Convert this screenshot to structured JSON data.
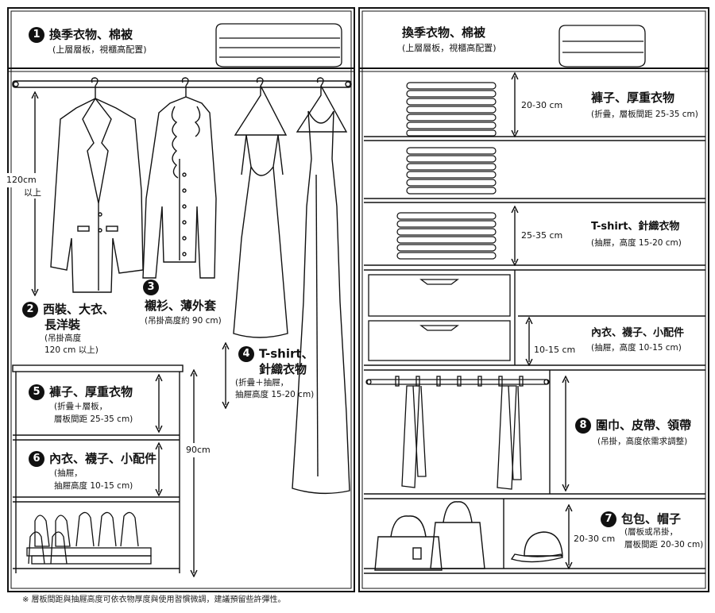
{
  "left": {
    "top_shelf": {
      "badge": "1",
      "title": "換季衣物、棉被",
      "note": "(上層層板，視櫃高配置)"
    },
    "hanging": {
      "height_label": "120cm",
      "height_label_2": "以上",
      "suits": {
        "badge": "2",
        "title_1": "西裝、大衣、",
        "title_2": "長洋裝",
        "note_1": "(吊掛高度",
        "note_2": "120 cm 以上)"
      },
      "shirts": {
        "badge": "3",
        "title": "襯衫、薄外套",
        "note": "(吊掛高度約 90 cm)"
      },
      "tshirts": {
        "badge": "4",
        "title_1": "T-shirt、",
        "title_2": "針織衣物",
        "note_1": "(折疊＋抽屜，",
        "note_2": "抽屜高度 15-20 cm)"
      }
    },
    "lower": {
      "height_label": "90cm",
      "pants": {
        "badge": "5",
        "title": "褲子、厚重衣物",
        "note_1": "(折疊＋層板，",
        "note_2": "層板間距 25-35 cm)"
      },
      "underwear": {
        "badge": "6",
        "title": "內衣、襪子、小配件",
        "note_1": "(抽屜，",
        "note_2": "抽屜高度 10-15 cm)"
      }
    }
  },
  "right": {
    "top_shelf": {
      "title": "換季衣物、棉被",
      "note": "(上層層板，視櫃高配置)"
    },
    "pants": {
      "dim": "20-30 cm",
      "title": "褲子、厚重衣物",
      "note": "(折疊，層板間距 25-35 cm)"
    },
    "tshirts": {
      "dim": "25-35 cm",
      "title": "T-shirt、針織衣物",
      "note": "(抽屜，高度 15-20 cm)"
    },
    "underwear": {
      "dim": "10-15 cm",
      "title": "內衣、襪子、小配件",
      "note": "(抽屜，高度 10-15 cm)"
    },
    "scarves": {
      "badge": "8",
      "title": "圍巾、皮帶、領帶",
      "note": "(吊掛，高度依需求調整)"
    },
    "bags": {
      "badge": "7",
      "dim": "20-30 cm",
      "title": "包包、帽子",
      "note_1": "(層板或吊掛，",
      "note_2": "層板間距 20-30 cm)"
    }
  },
  "footnote": "※ 層板間距與抽屜高度可依衣物厚度與使用習慣微調，建議預留些許彈性。"
}
